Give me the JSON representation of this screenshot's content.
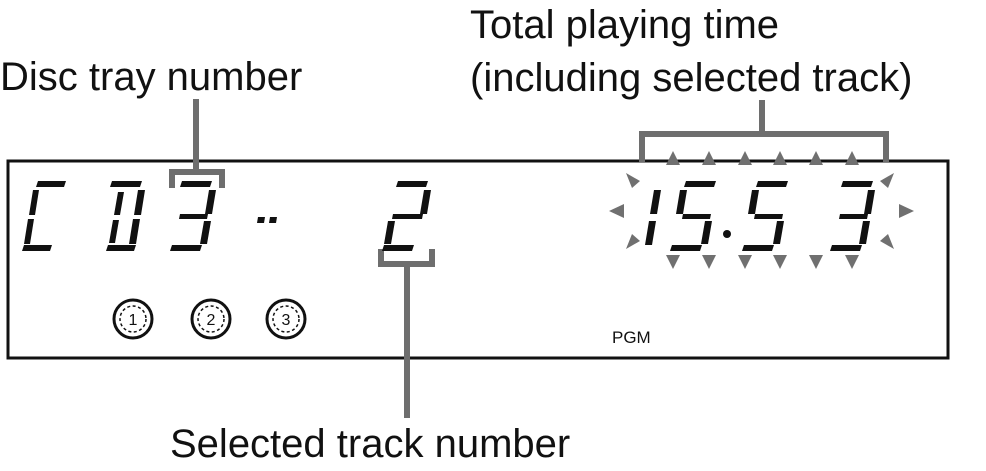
{
  "callouts": {
    "disc_tray": "Disc tray number",
    "total_time_line1": "Total playing time",
    "total_time_line2": "(including selected track)",
    "selected_track": "Selected track number"
  },
  "display": {
    "disc_text": "CD3",
    "separator": "..",
    "track": "2",
    "time": "15:53",
    "pgm_label": "PGM",
    "disc_indicators": [
      "1",
      "2",
      "3"
    ]
  },
  "colors": {
    "segment": "#111111",
    "bracket": "#6e6e6e",
    "blink_arrow": "#707070",
    "panel_border": "#111111"
  }
}
